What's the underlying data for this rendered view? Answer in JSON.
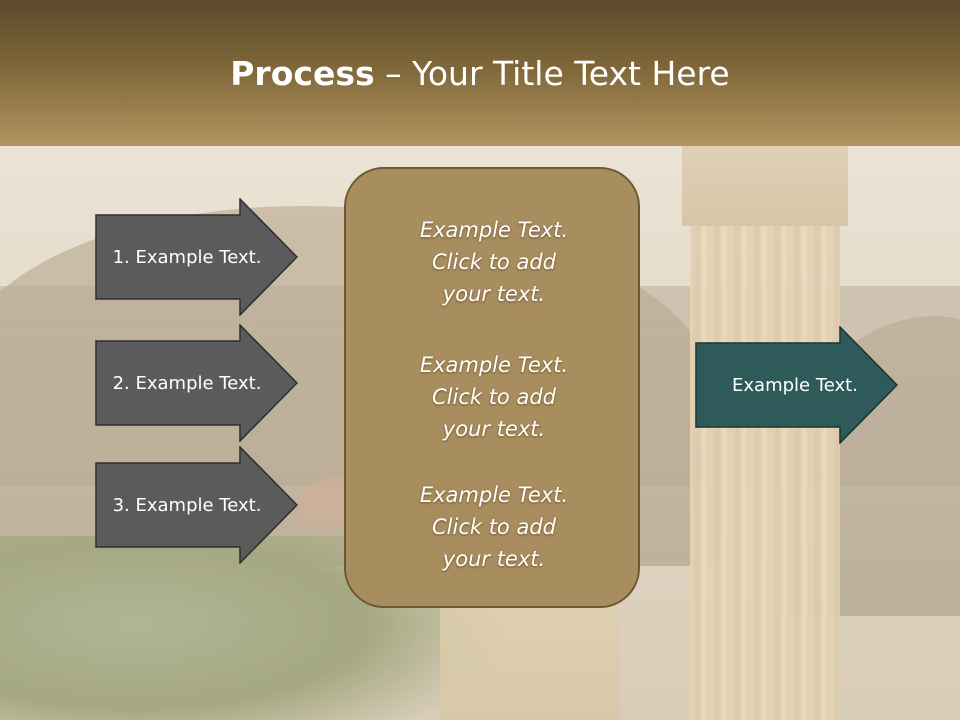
{
  "title": {
    "bold": "Process",
    "rest": " – Your Title Text Here"
  },
  "left_arrows": [
    {
      "label": "1. Example Text."
    },
    {
      "label": "2. Example Text."
    },
    {
      "label": "3. Example Text."
    }
  ],
  "center_box": {
    "blocks": [
      {
        "line1": "Example Text.",
        "line2": "Click  to add",
        "line3": "your text."
      },
      {
        "line1": "Example Text.",
        "line2": "Click  to add",
        "line3": "your text."
      },
      {
        "line1": "Example Text.",
        "line2": "Click  to add",
        "line3": "your text."
      }
    ]
  },
  "right_arrow": {
    "label": "Example Text."
  },
  "colors": {
    "title_band": "#7e6638",
    "left_arrow_fill": "#5b5b5b",
    "right_arrow_fill": "#2e5a5a",
    "center_box_fill": "#a88d5e"
  }
}
